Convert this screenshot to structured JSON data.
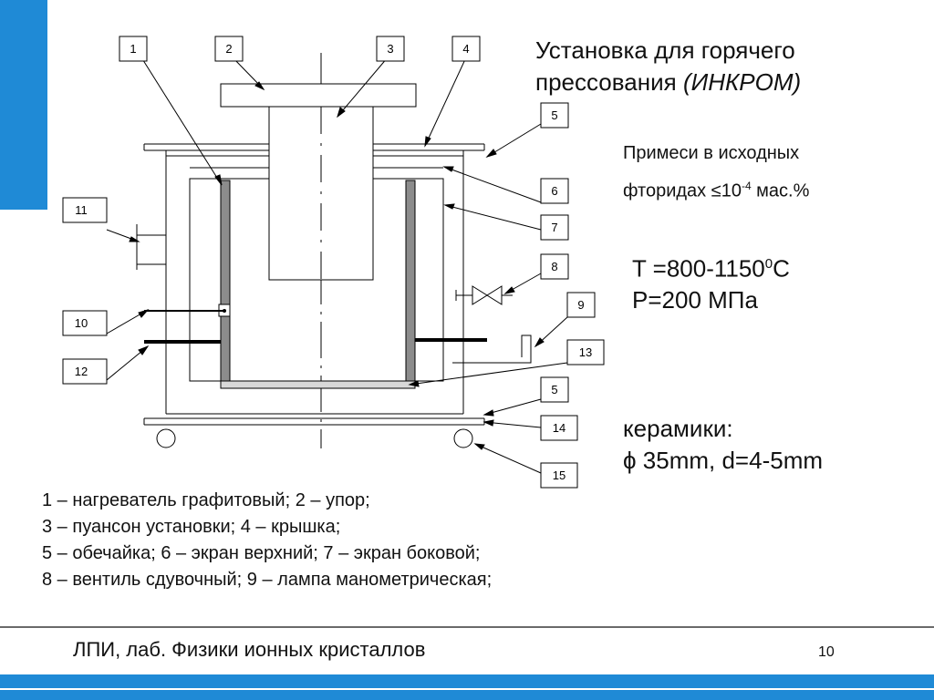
{
  "title": {
    "line1": "Установка для горячего",
    "line2": "прессования",
    "line2_italic": "(ИНКРОМ)"
  },
  "note": {
    "line1": "Примеси в исходных",
    "line2_prefix": "фторидах ≤10",
    "line2_sup": "-4",
    "line2_suffix": " мас.%"
  },
  "params": {
    "t_prefix": "T =800-1150",
    "t_sup": "0",
    "t_suffix": "C",
    "p": "P=200 МПа"
  },
  "ceramics": {
    "line1": "керамики:",
    "line2": "ϕ 35mm, d=4-5mm"
  },
  "legend": [
    "1 – нагреватель графитовый; 2 – упор;",
    "3 – пуансон установки; 4 – крышка;",
    "5 – обечайка; 6 – экран верхний; 7 – экран боковой;",
    "8 – вентиль сдувочный; 9 – лампа манометрическая;"
  ],
  "diagram_labels": [
    "1",
    "2",
    "3",
    "4",
    "5",
    "6",
    "7",
    "8",
    "9",
    "10",
    "11",
    "12",
    "13",
    "5",
    "14",
    "15"
  ],
  "footer": {
    "text": "ЛПИ, лаб. Физики ионных кристаллов",
    "page": "10"
  },
  "colors": {
    "accent": "#1f8ad6",
    "heater": "#8c8c8c",
    "line": "#000000"
  }
}
